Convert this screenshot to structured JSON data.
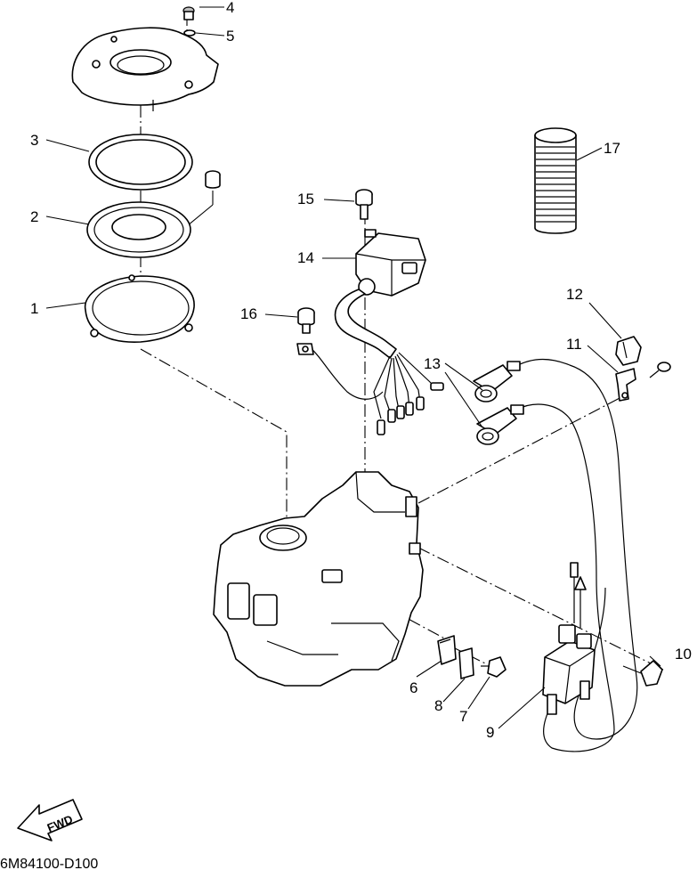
{
  "callouts": {
    "c1": "1",
    "c2": "2",
    "c3": "3",
    "c4": "4",
    "c5": "5",
    "c6": "6",
    "c7": "7",
    "c8": "8",
    "c9": "9",
    "c10": "10",
    "c11": "11",
    "c12": "12",
    "c13": "13",
    "c14": "14",
    "c15": "15",
    "c16": "16",
    "c17": "17"
  },
  "fwd_label": "FWD",
  "diagram_code": "6M84100-D100"
}
